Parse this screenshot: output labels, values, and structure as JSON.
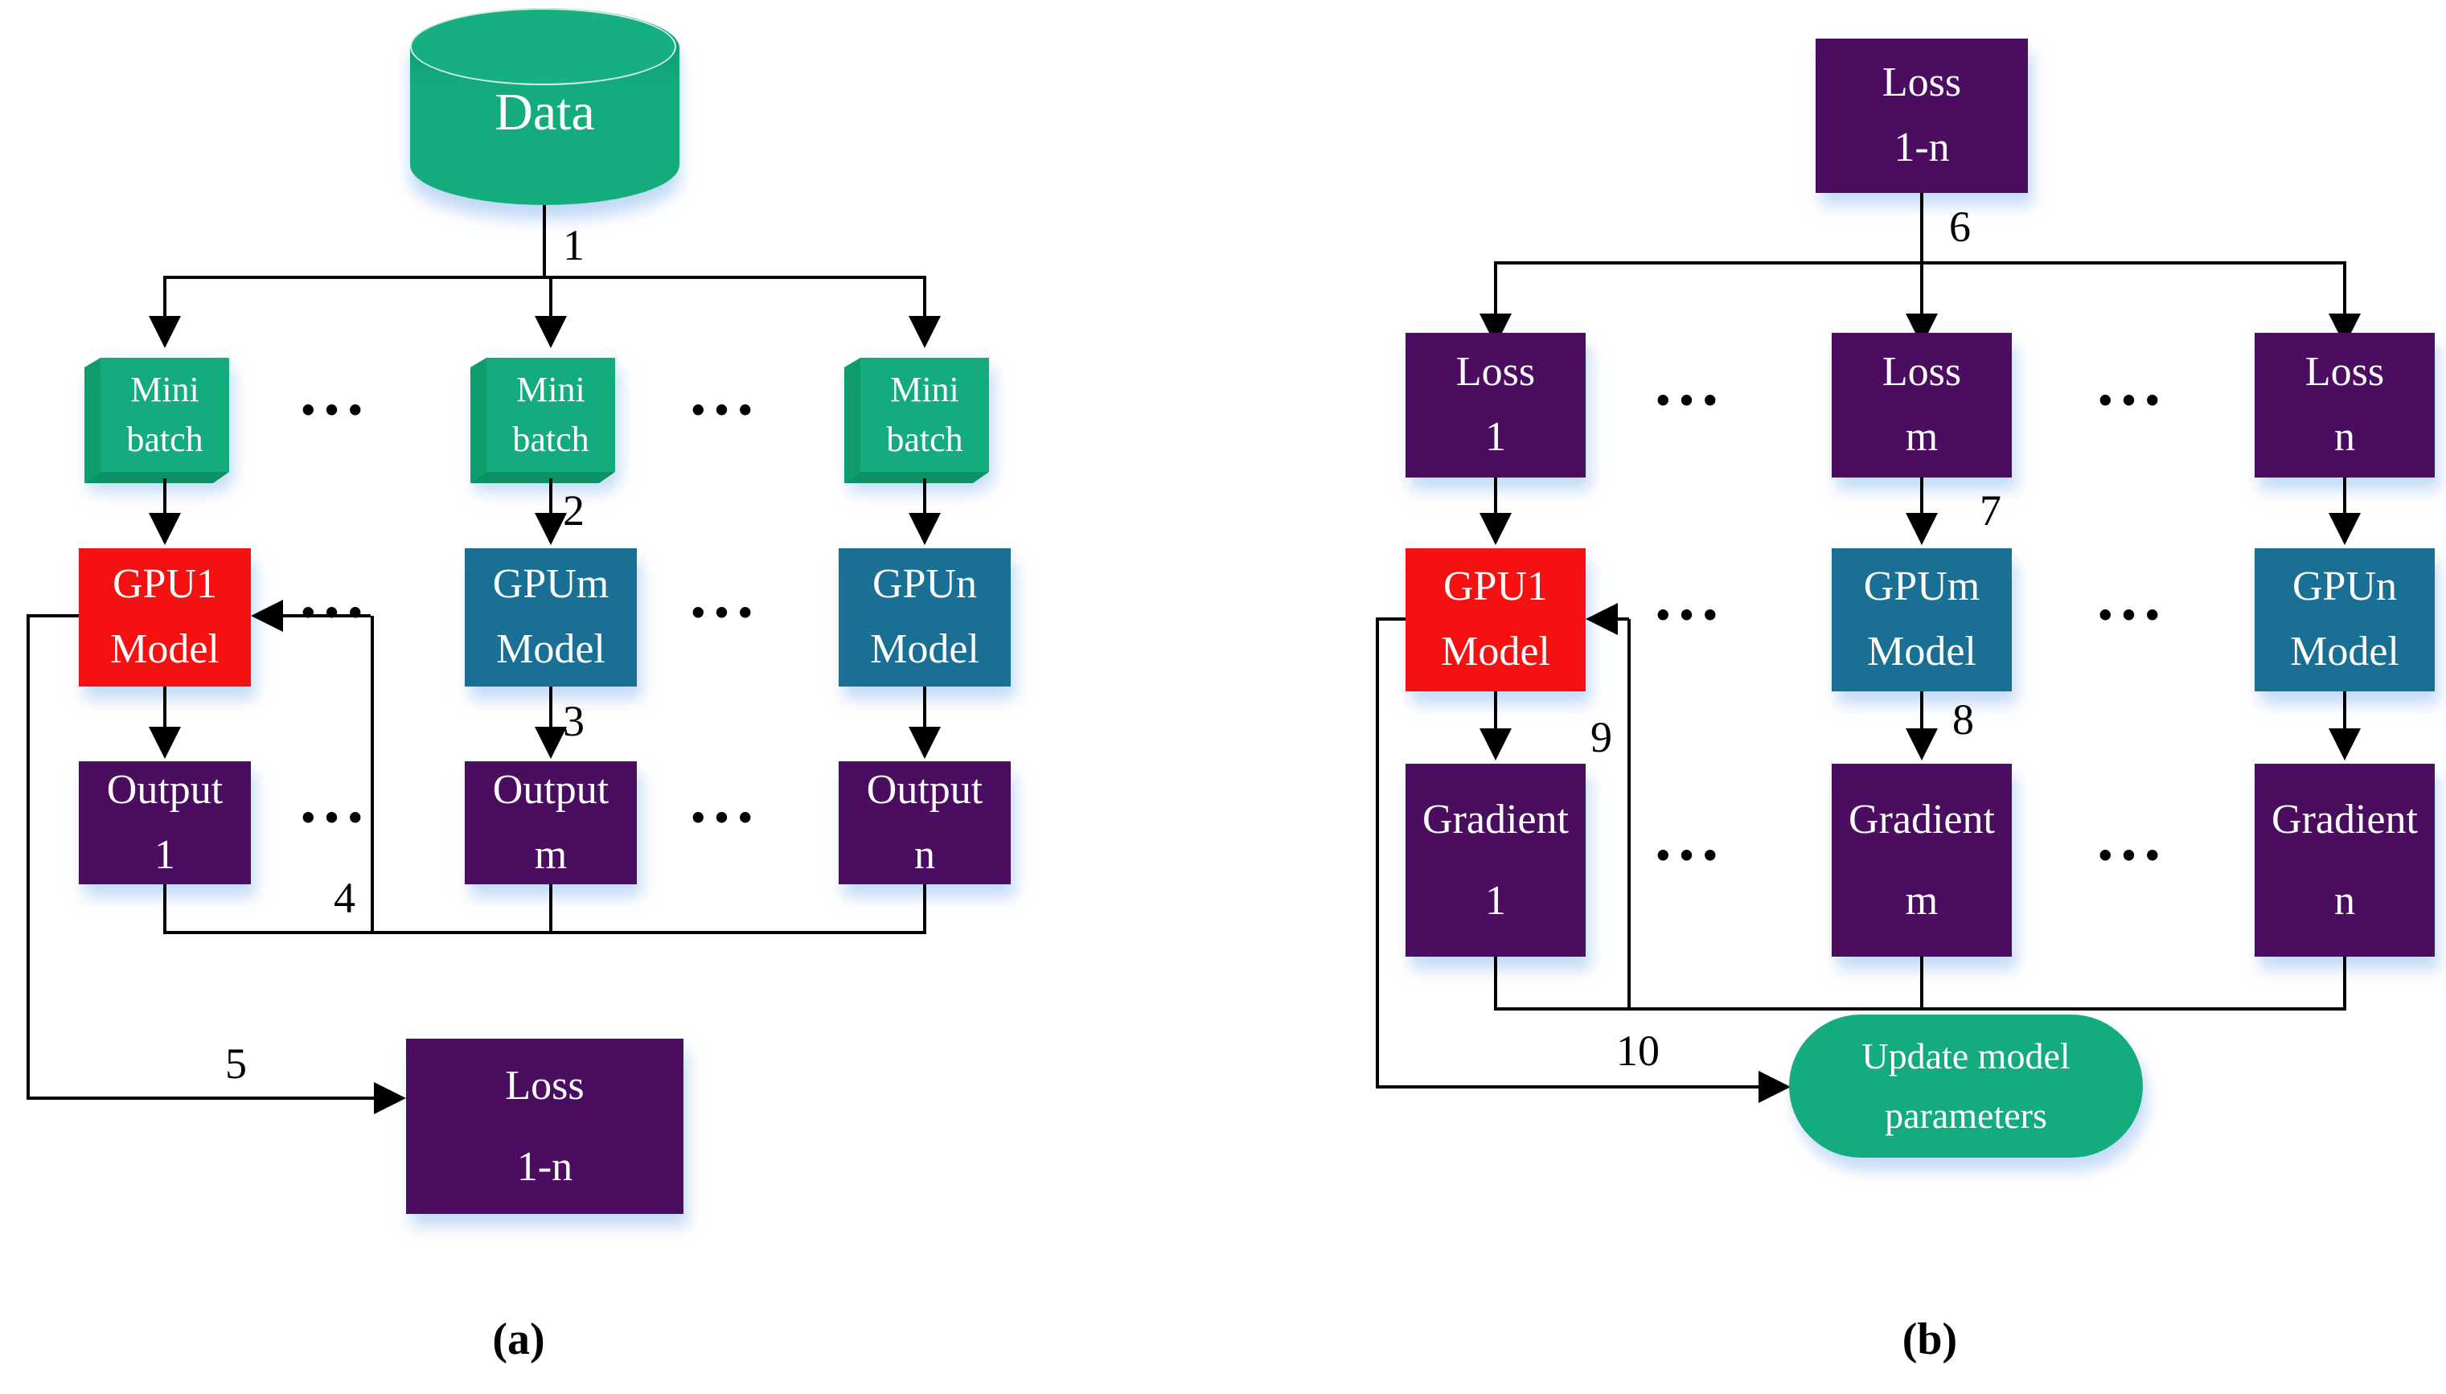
{
  "colors": {
    "green": "#14ac7c",
    "green_side": "#0e9c6d",
    "red": "#f51111",
    "teal": "#1a6f95",
    "purple": "#4a0d5f",
    "line": "#000000",
    "shadow": "rgba(150,190,238,0.55)"
  },
  "a": {
    "caption": "(a)",
    "cylinder": "Data",
    "mini": {
      "l1": "Mini",
      "l2": "batch"
    },
    "nodes": {
      "gpu1": {
        "l1": "GPU1",
        "l2": "Model"
      },
      "gpum": {
        "l1": "GPUm",
        "l2": "Model"
      },
      "gpun": {
        "l1": "GPUn",
        "l2": "Model"
      },
      "out1": {
        "l1": "Output",
        "l2": "1"
      },
      "outm": {
        "l1": "Output",
        "l2": "m"
      },
      "outn": {
        "l1": "Output",
        "l2": "n"
      },
      "loss": {
        "l1": "Loss",
        "l2": "1-n"
      }
    },
    "steps": {
      "n1": "1",
      "n2": "2",
      "n3": "3",
      "n4": "4",
      "n5": "5"
    },
    "dots": "•••"
  },
  "b": {
    "caption": "(b)",
    "nodes": {
      "loss_total": {
        "l1": "Loss",
        "l2": "1-n"
      },
      "loss1": {
        "l1": "Loss",
        "l2": "1"
      },
      "lossm": {
        "l1": "Loss",
        "l2": "m"
      },
      "lossn": {
        "l1": "Loss",
        "l2": "n"
      },
      "gpu1": {
        "l1": "GPU1",
        "l2": "Model"
      },
      "gpum": {
        "l1": "GPUm",
        "l2": "Model"
      },
      "gpun": {
        "l1": "GPUn",
        "l2": "Model"
      },
      "grad1": {
        "l1": "Gradient",
        "l2": "1"
      },
      "gradm": {
        "l1": "Gradient",
        "l2": "m"
      },
      "gradn": {
        "l1": "Gradient",
        "l2": "n"
      },
      "update": {
        "l1": "Update model",
        "l2": "parameters"
      }
    },
    "steps": {
      "n6": "6",
      "n7": "7",
      "n8": "8",
      "n9": "9",
      "n10": "10"
    },
    "dots": "•••"
  }
}
